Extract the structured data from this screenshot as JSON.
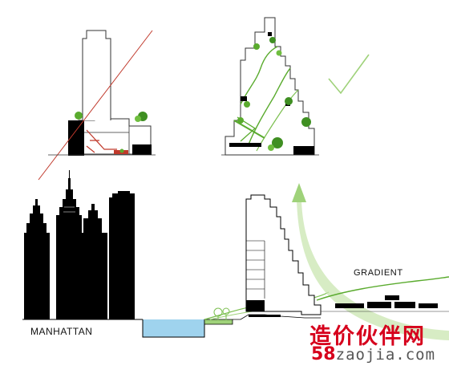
{
  "labels": {
    "manhattan": "MANHATTAN",
    "gradient": "GRADIENT"
  },
  "watermark": {
    "chinese": "造价伙伴网",
    "number": "58",
    "domain": "zaojia.com"
  },
  "colors": {
    "green": "#5aab2e",
    "light_green": "#9fd27a",
    "water": "#9fd3ee",
    "red": "#c0392b",
    "black": "#000000",
    "watermark_red": "#d6001c"
  }
}
